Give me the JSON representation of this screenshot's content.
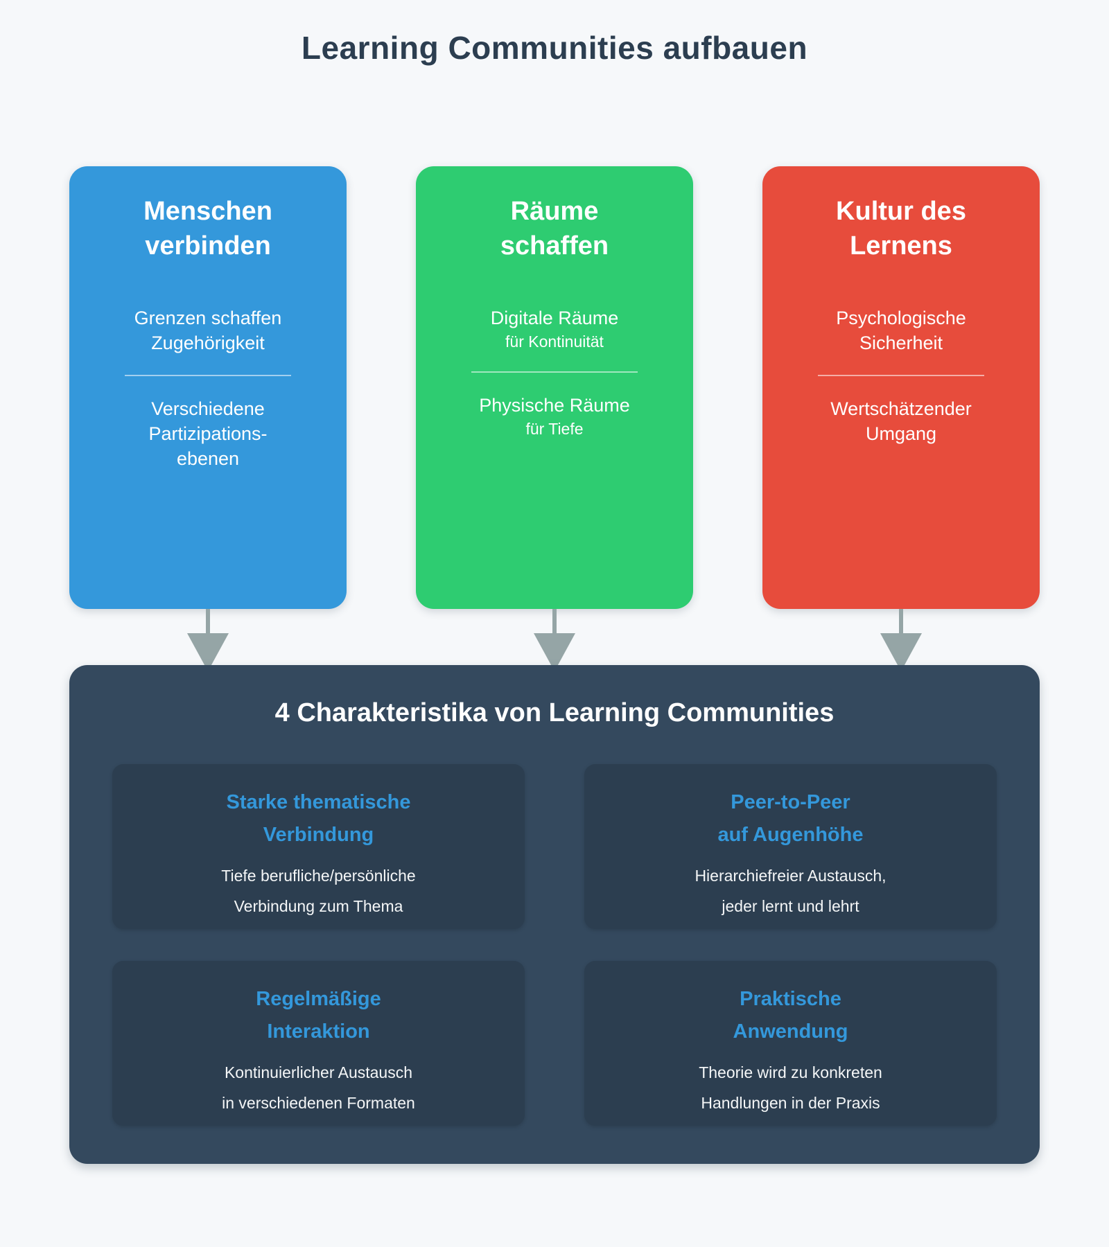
{
  "title": "Learning Communities aufbauen",
  "colors": {
    "background": "#f6f8fa",
    "title_text": "#2c3e50",
    "pillar_blue": "#3498db",
    "pillar_green": "#2ecc71",
    "pillar_red": "#e74c3c",
    "panel_background": "#34495e",
    "characteristic_card_background": "#2c3e50",
    "characteristic_heading": "#3498db",
    "arrow_gray": "#95a5a6",
    "card_text": "#ffffff"
  },
  "pillars": [
    {
      "title_lines": [
        "Menschen",
        "verbinden"
      ],
      "top_lines": [
        "Grenzen schaffen",
        "Zugehörigkeit"
      ],
      "bottom_lines": [
        "Verschiedene",
        "Partizipations-",
        "ebenen"
      ],
      "color": "#3498db"
    },
    {
      "title_lines": [
        "Räume",
        "schaffen"
      ],
      "top_lines": [
        "Digitale Räume",
        "für Kontinuität"
      ],
      "bottom_lines": [
        "Physische Räume",
        "für Tiefe"
      ],
      "color": "#2ecc71"
    },
    {
      "title_lines": [
        "Kultur des",
        "Lernens"
      ],
      "top_lines": [
        "Psychologische",
        "Sicherheit"
      ],
      "bottom_lines": [
        "Wertschätzender",
        "Umgang"
      ],
      "color": "#e74c3c"
    }
  ],
  "panel": {
    "title": "4 Charakteristika von Learning Communities",
    "characteristics": [
      {
        "title_lines": [
          "Starke thematische",
          "Verbindung"
        ],
        "body_lines": [
          "Tiefe berufliche/persönliche",
          "Verbindung zum Thema"
        ]
      },
      {
        "title_lines": [
          "Peer-to-Peer",
          "auf Augenhöhe"
        ],
        "body_lines": [
          "Hierarchiefreier Austausch,",
          "jeder lernt und lehrt"
        ]
      },
      {
        "title_lines": [
          "Regelmäßige",
          "Interaktion"
        ],
        "body_lines": [
          "Kontinuierlicher Austausch",
          "in verschiedenen Formaten"
        ]
      },
      {
        "title_lines": [
          "Praktische",
          "Anwendung"
        ],
        "body_lines": [
          "Theorie wird zu konkreten",
          "Handlungen in der Praxis"
        ]
      }
    ]
  }
}
